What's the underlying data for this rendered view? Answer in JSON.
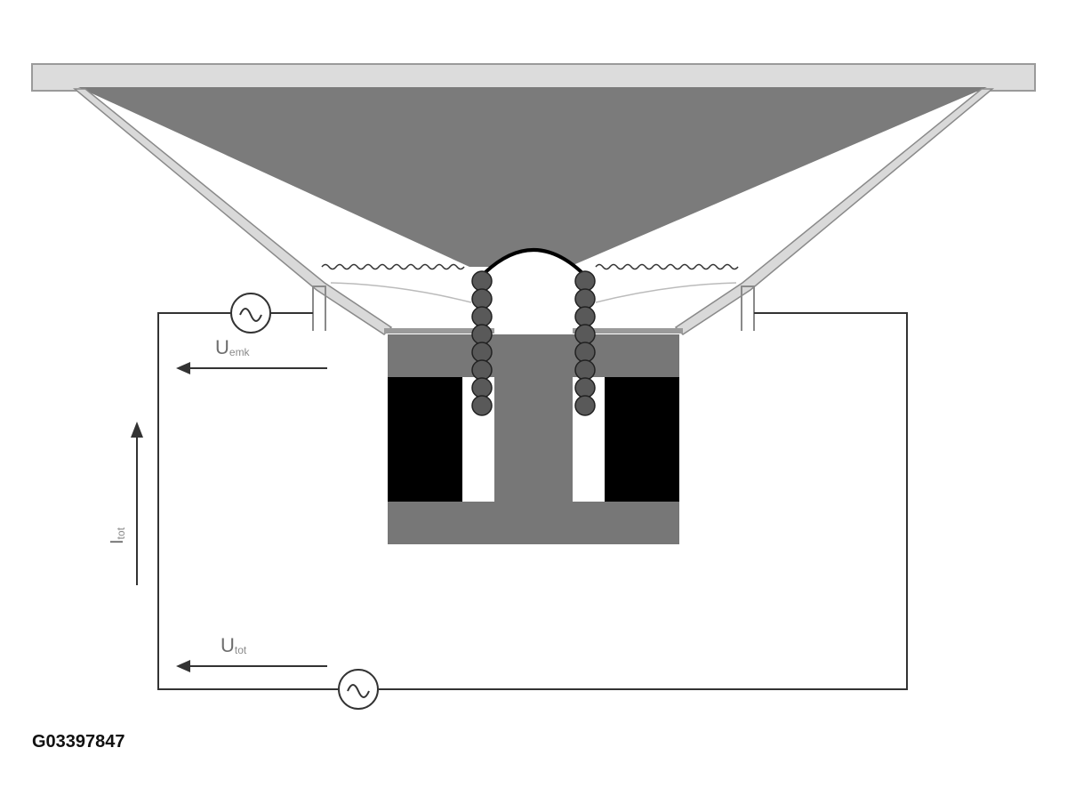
{
  "labels": {
    "voltage_top_main": "U",
    "voltage_top_sub": "emk",
    "current_main": "I",
    "current_sub": "tot",
    "voltage_bottom_main": "U",
    "voltage_bottom_sub": "tot",
    "figure_id": "G03397847"
  },
  "colors": {
    "cone": "#7b7b7b",
    "magnet": "#000000",
    "pole": "#777777",
    "frame": "#d9d9d9",
    "coil": "#595959",
    "wire": "#333333"
  },
  "icons": {
    "ac_source_top": "ac-source-icon",
    "ac_source_bottom": "ac-source-icon"
  }
}
